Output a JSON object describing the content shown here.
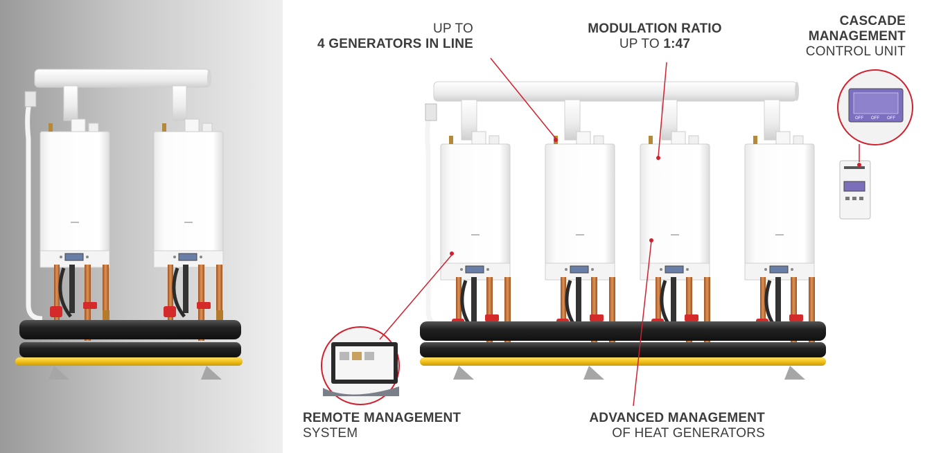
{
  "colors": {
    "accent": "#d0202e",
    "pipe_yellow": "#f2c21b",
    "copper": "#c8733a",
    "insulation": "#2a2a2a",
    "boiler_white": "#fafafa"
  },
  "callouts": {
    "generators": {
      "line1": "UP TO",
      "line2": "4 GENERATORS IN LINE"
    },
    "modulation": {
      "line1": "MODULATION RATIO",
      "line2_prefix": "UP TO ",
      "line2_value": "1:47"
    },
    "cascade": {
      "line1": "CASCADE",
      "line2": "MANAGEMENT",
      "line3": "CONTROL UNIT"
    },
    "remote": {
      "line1": "REMOTE MANAGEMENT",
      "line2": "SYSTEM"
    },
    "advanced": {
      "line1": "ADVANCED MANAGEMENT",
      "line2": "OF HEAT GENERATORS"
    }
  },
  "control_display": {
    "status_1": "OFF",
    "status_2": "OFF",
    "status_3": "OFF"
  },
  "icons": [
    "boiler-unit",
    "flue-pipe",
    "control-unit",
    "monitor"
  ]
}
